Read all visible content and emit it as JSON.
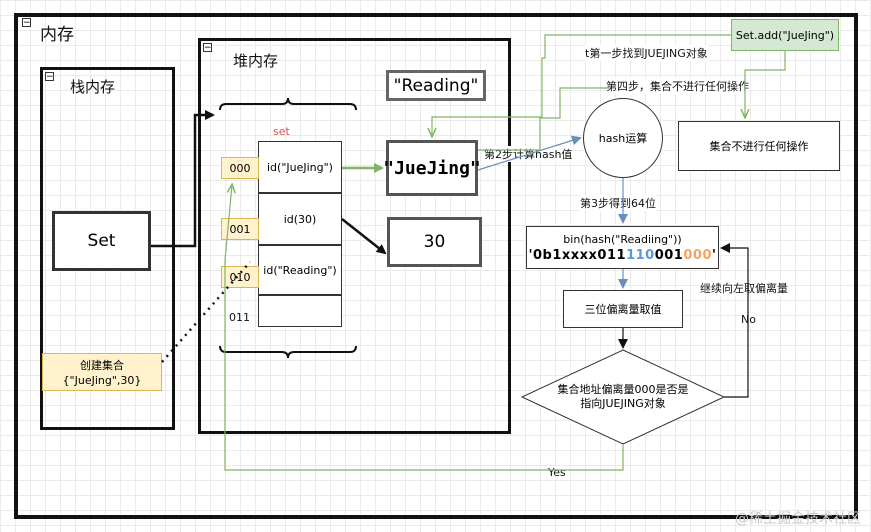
{
  "outer": {
    "title": "内存"
  },
  "stack": {
    "title": "栈内存",
    "set_box": "Set",
    "note_line1": "创建集合",
    "note_line2": "{\"JueJing\",30}"
  },
  "heap": {
    "title": "堆内存",
    "set_label": "set",
    "reading": "\"Reading\"",
    "juejing": "\"JueJing\"",
    "thirty": "30",
    "rows": [
      {
        "addr": "000",
        "value": "id(\"JueJing\")"
      },
      {
        "addr": "001",
        "value": "id(30)"
      },
      {
        "addr": "010",
        "value": "id(\"Reading\")"
      },
      {
        "addr": "011",
        "value": ""
      }
    ]
  },
  "flow": {
    "add_call": "Set.add(\"JueJing\")",
    "step1": "t第一步找到JUEJING对象",
    "step4": "第四步，集合不进行任何操作",
    "no_op_box": "集合不进行任何操作",
    "hash_circle": "hash运算",
    "step2": "第2步计算hash值",
    "step3": "第3步得到64位",
    "bin_line1": "bin(hash(\"Readiing\"))",
    "bin_prefix": "'0b1xxxx011",
    "bin_blue": "110",
    "bin_black": "001",
    "bin_orange": "000",
    "bin_suffix": "'",
    "offset_box": "三位偏离量取值",
    "diamond_line1": "集合地址偏离量000是否是",
    "diamond_line2": "指向JUEJING对象",
    "continue_left": "继续向左取偏离量",
    "no": "No",
    "yes": "Yes"
  },
  "watermark": "@稀土掘金技术社区",
  "colors": {
    "green_line": "#82b366",
    "green_fill": "#d5e8d4",
    "blue_line": "#6c8ebf",
    "yellow_fill": "#fff2cc",
    "yellow_line": "#d6b656",
    "bin_blue": "#5b9bd5",
    "bin_orange": "#f4a460",
    "red_label": "#e05050"
  }
}
